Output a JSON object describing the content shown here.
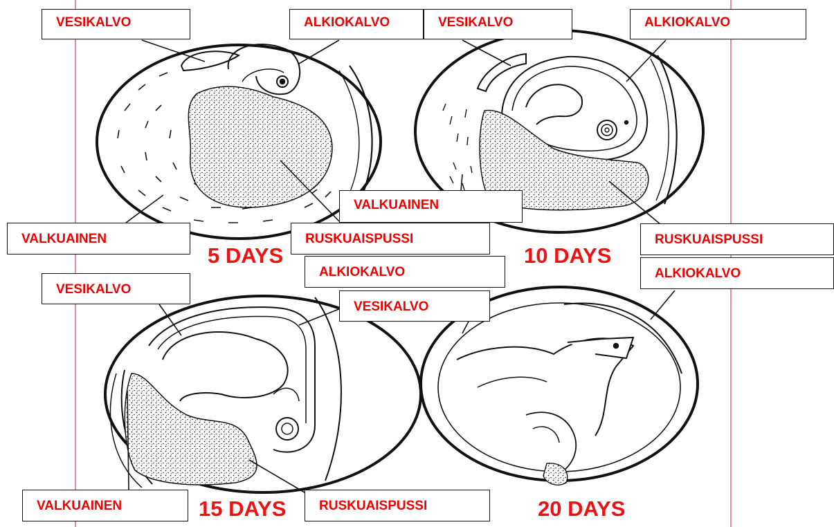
{
  "colors": {
    "label_text": "#ee0000",
    "stroke": "#111111",
    "edge_line": "#e88aa4"
  },
  "panels": [
    {
      "stage": "5 DAYS",
      "labels": {
        "vesikalvo": "VESIKALVO",
        "alkiokalvo": "ALKIOKALVO",
        "valkuainen": "VALKUAINEN",
        "ruskuaispussi": "RUSKUAISPUSSI"
      }
    },
    {
      "stage": "10 DAYS",
      "labels": {
        "vesikalvo": "VESIKALVO",
        "alkiokalvo": "ALKIOKALVO",
        "valkuainen": "VALKUAINEN",
        "ruskuaispussi": "RUSKUAISPUSSI"
      }
    },
    {
      "stage": "15 DAYS",
      "labels": {
        "vesikalvo": "VESIKALVO",
        "alkiokalvo": "VESIKALVO",
        "valkuainen": "VALKUAINEN",
        "ruskuaispussi": "RUSKUAISPUSSI"
      }
    },
    {
      "stage": "20 DAYS",
      "labels": {
        "alkiokalvo": "ALKIOKALVO",
        "alkiokalvo_2": "ALKIOKALVO"
      }
    }
  ]
}
